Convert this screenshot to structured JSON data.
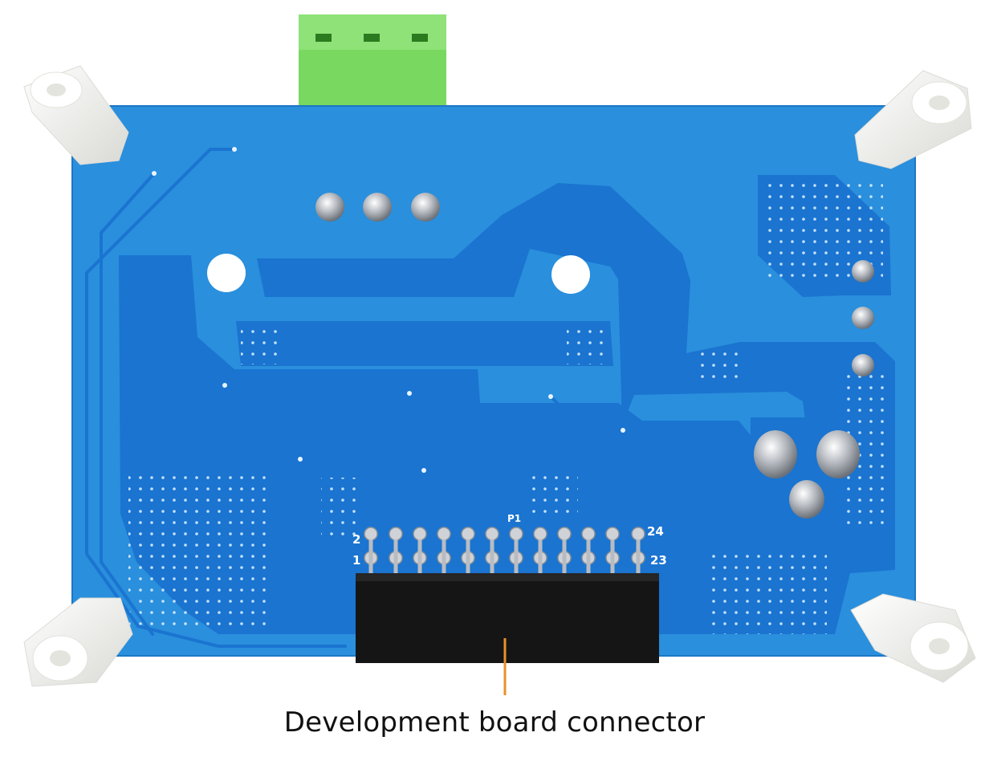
{
  "caption": "Development board connector",
  "silkscreen": {
    "ref": "P1",
    "pin_top_left": "2",
    "pin_bottom_left": "1",
    "pin_top_right": "24",
    "pin_bottom_right": "23"
  },
  "colors": {
    "board": "#2a8fdc",
    "copper": "#1a74d0",
    "connector": "#151515",
    "terminal": "#79d860",
    "standoff": "#f1f1ee",
    "leader": "#e8912b"
  }
}
